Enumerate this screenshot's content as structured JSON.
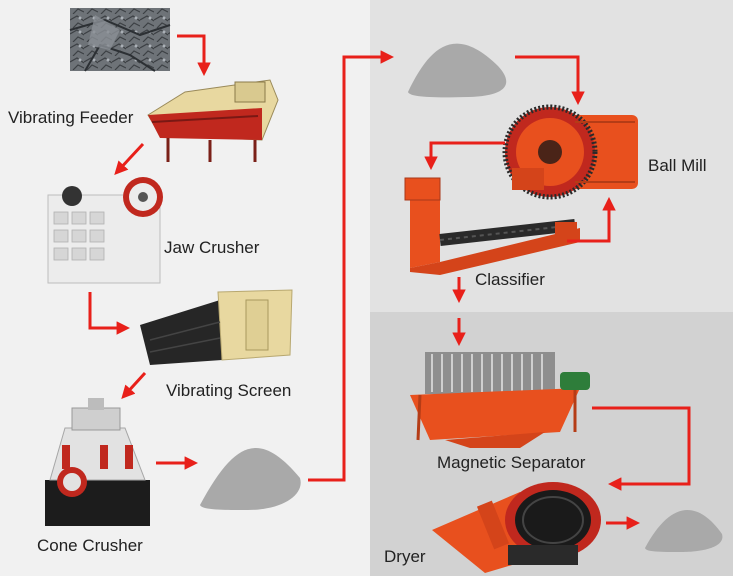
{
  "labels": {
    "vibrating_feeder": "Vibrating Feeder",
    "jaw_crusher": "Jaw Crusher",
    "vibrating_screen": "Vibrating Screen",
    "cone_crusher": "Cone Crusher",
    "ball_mill": "Ball Mill",
    "classifier": "Classifier",
    "magnetic_separator": "Magnetic Separator",
    "dryer": "Dryer"
  },
  "colors": {
    "arrow": "#e8201a",
    "machine_orange": "#e8501e",
    "machine_red": "#c0281e",
    "pile_gray": "#a9a9a9",
    "feeder_cream": "#e8d8a0",
    "steel_dark": "#2a2a2a"
  }
}
